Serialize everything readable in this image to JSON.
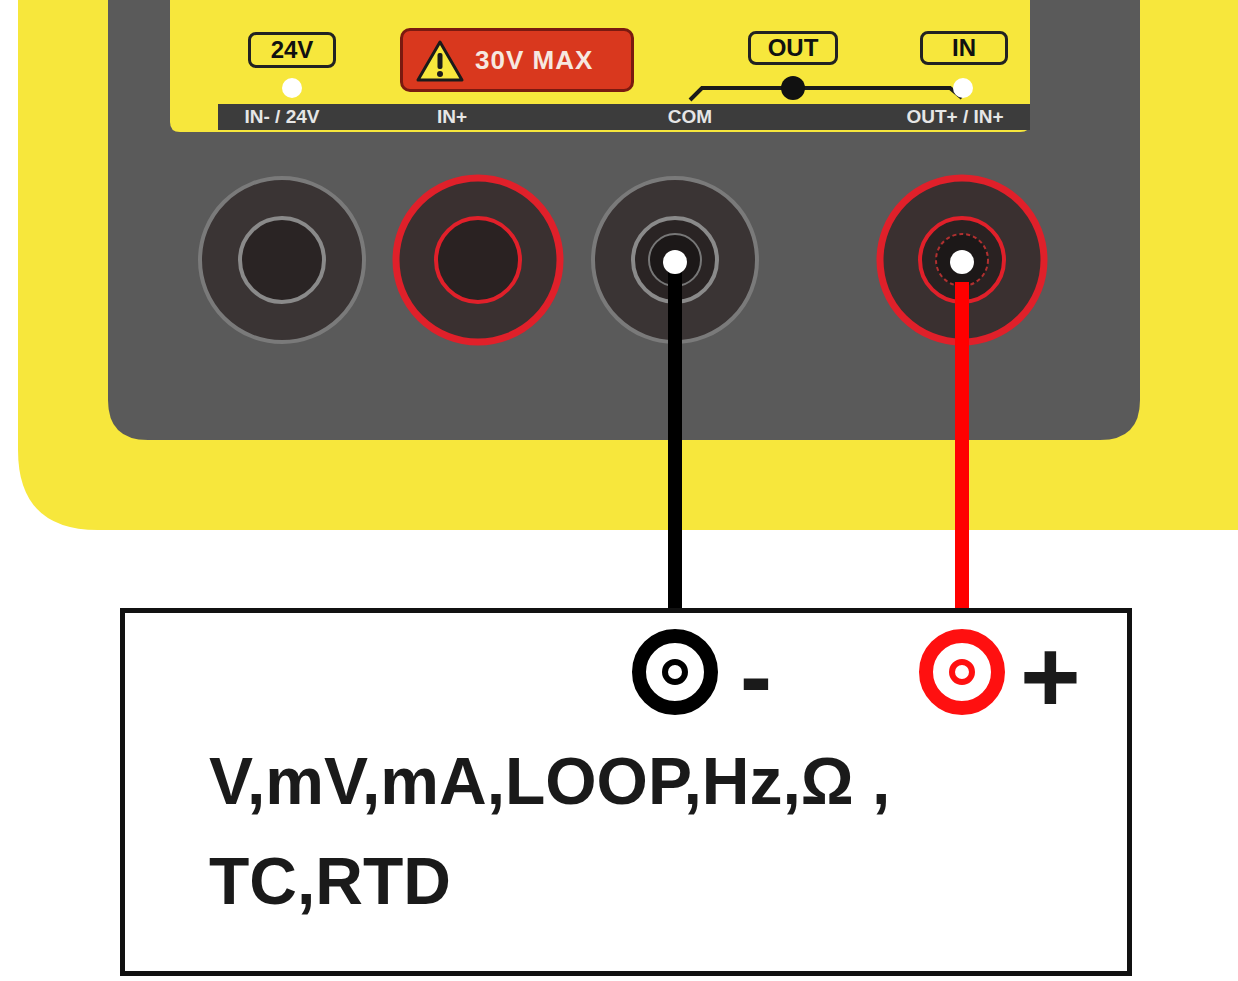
{
  "diagram": {
    "nodes": [
      {
        "text": [
          "24V"
        ]
      },
      {
        "text": [
          "30V MAX"
        ]
      },
      {
        "text": [
          "OUT"
        ]
      },
      {
        "text": [
          "IN"
        ]
      },
      {
        "text": [
          "-",
          "+",
          "V,mV,mA,LOOP,Hz,Ω , TC,RTD"
        ]
      }
    ],
    "labels": [
      "IN- / 24V",
      "IN+",
      "COM",
      "OUT+ / IN+"
    ]
  }
}
